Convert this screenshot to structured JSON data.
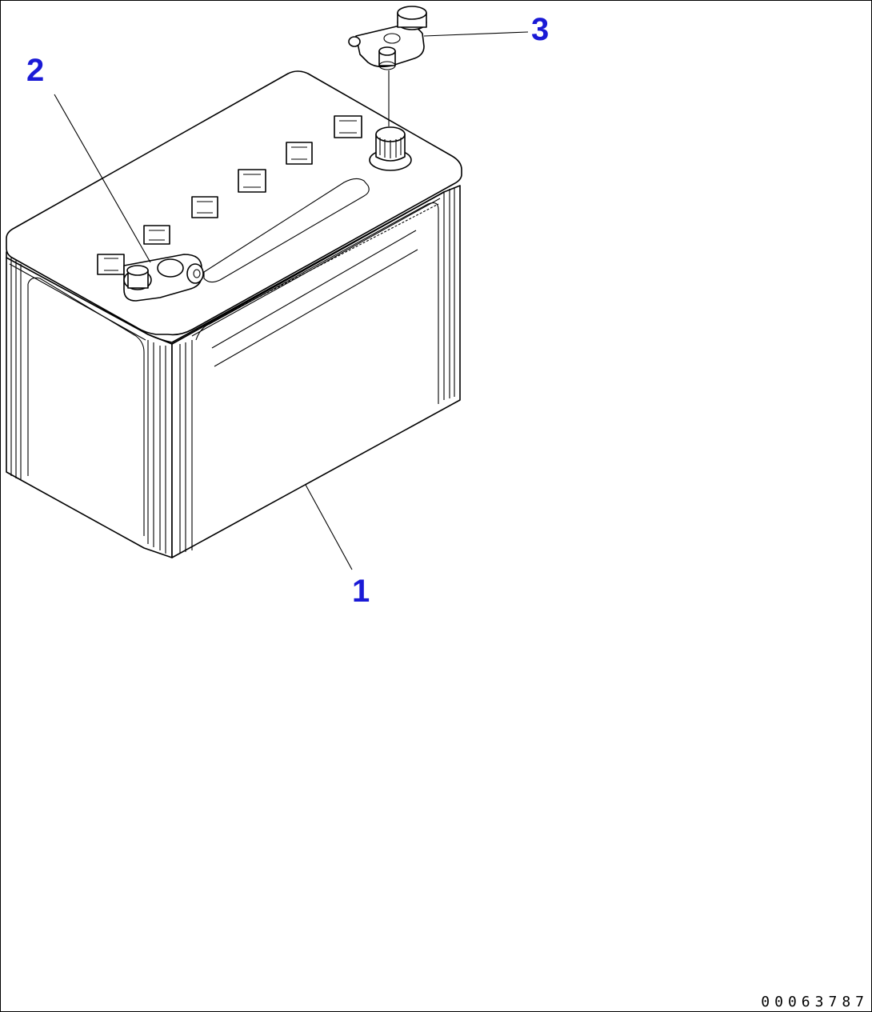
{
  "callouts": {
    "part_1": "1",
    "part_2": "2",
    "part_3": "3"
  },
  "document_number": "00063787",
  "colors": {
    "callout": "#1a1ad6",
    "line": "#000000",
    "background": "#ffffff"
  }
}
